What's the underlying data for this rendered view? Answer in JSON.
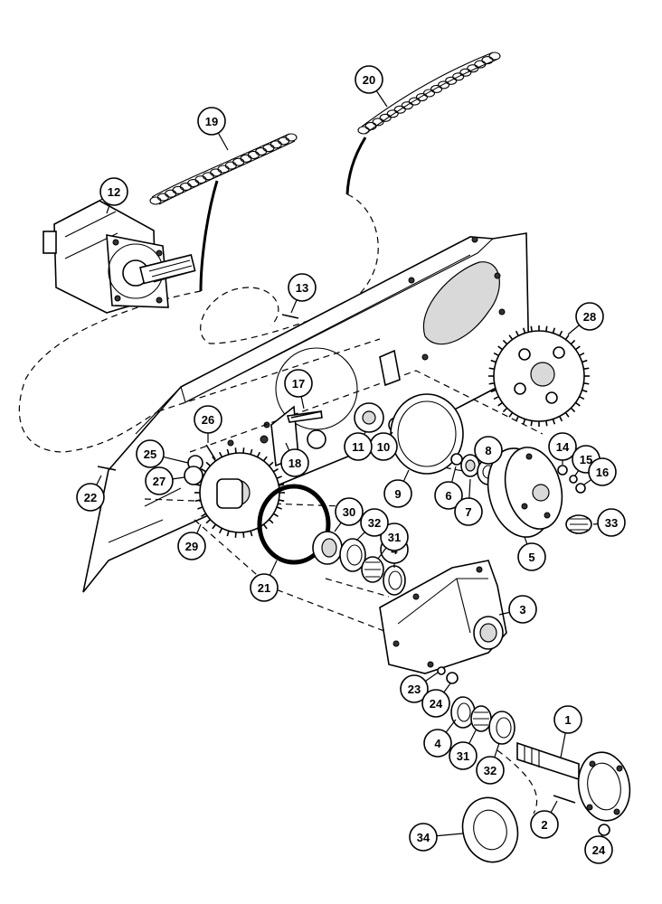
{
  "diagram": {
    "callouts": [
      {
        "id": "c1",
        "label": "1"
      },
      {
        "id": "c2",
        "label": "2"
      },
      {
        "id": "c3",
        "label": "3"
      },
      {
        "id": "c4a",
        "label": "4"
      },
      {
        "id": "c4b",
        "label": "4"
      },
      {
        "id": "c5",
        "label": "5"
      },
      {
        "id": "c6",
        "label": "6"
      },
      {
        "id": "c7",
        "label": "7"
      },
      {
        "id": "c8",
        "label": "8"
      },
      {
        "id": "c9",
        "label": "9"
      },
      {
        "id": "c10",
        "label": "10"
      },
      {
        "id": "c11",
        "label": "11"
      },
      {
        "id": "c12",
        "label": "12"
      },
      {
        "id": "c13",
        "label": "13"
      },
      {
        "id": "c14",
        "label": "14"
      },
      {
        "id": "c15",
        "label": "15"
      },
      {
        "id": "c16",
        "label": "16"
      },
      {
        "id": "c17",
        "label": "17"
      },
      {
        "id": "c18",
        "label": "18"
      },
      {
        "id": "c19",
        "label": "19"
      },
      {
        "id": "c20",
        "label": "20"
      },
      {
        "id": "c21",
        "label": "21"
      },
      {
        "id": "c22",
        "label": "22"
      },
      {
        "id": "c23",
        "label": "23"
      },
      {
        "id": "c24a",
        "label": "24"
      },
      {
        "id": "c24b",
        "label": "24"
      },
      {
        "id": "c25",
        "label": "25"
      },
      {
        "id": "c26",
        "label": "26"
      },
      {
        "id": "c27",
        "label": "27"
      },
      {
        "id": "c28",
        "label": "28"
      },
      {
        "id": "c29",
        "label": "29"
      },
      {
        "id": "c30",
        "label": "30"
      },
      {
        "id": "c31a",
        "label": "31"
      },
      {
        "id": "c31b",
        "label": "31"
      },
      {
        "id": "c32a",
        "label": "32"
      },
      {
        "id": "c32b",
        "label": "32"
      },
      {
        "id": "c33",
        "label": "33"
      },
      {
        "id": "c34",
        "label": "34"
      }
    ]
  }
}
